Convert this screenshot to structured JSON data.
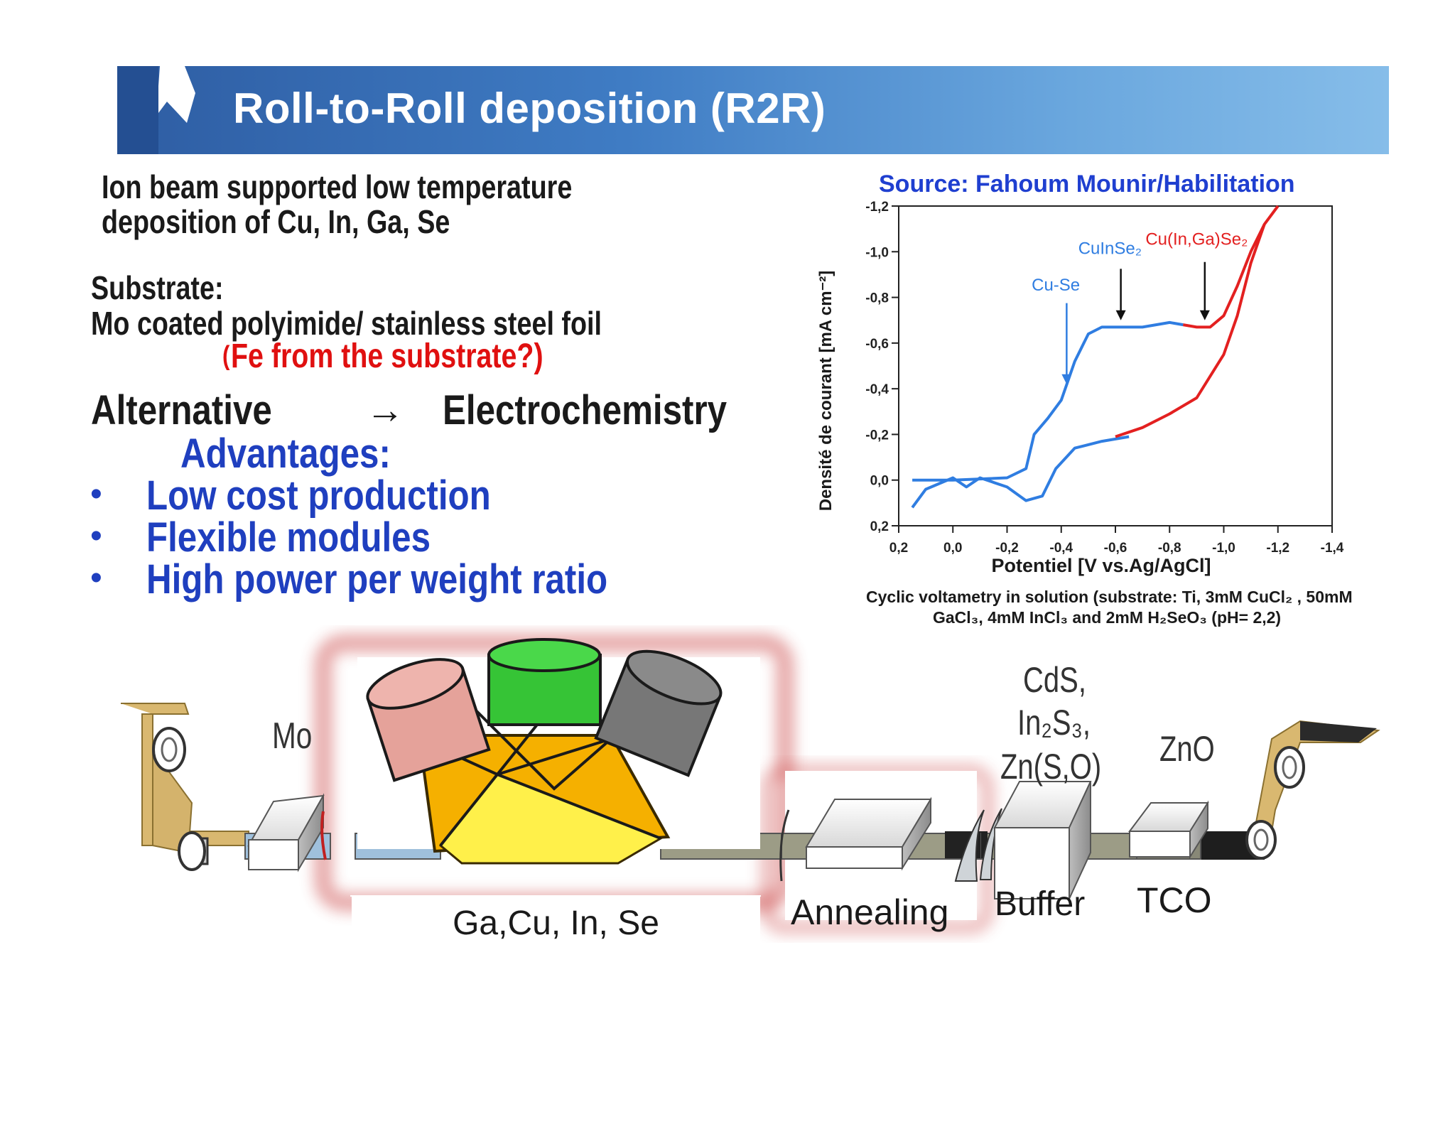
{
  "slide": {
    "title": "Roll-to-Roll deposition (R2R)",
    "intro_line1": "Ion beam supported low temperature",
    "intro_line2": "deposition of Cu, In, Ga, Se",
    "substrate_heading": "Substrate:",
    "substrate_text": "Mo coated polyimide/ stainless steel foil",
    "substrate_note_paren": "(",
    "substrate_note": "Fe from the substrate?)",
    "alternative_label": "Alternative",
    "arrow": "→",
    "alternative_value": "Electrochemistry",
    "advantages_heading": "Advantages:",
    "bullets": [
      "Low cost production",
      "Flexible modules",
      "High power per weight ratio"
    ],
    "bullet_symbol": "•"
  },
  "chart_source": "Source: Fahoum Mounir/Habilitation",
  "chart_caption_line1": "Cyclic voltametry in solution (substrate: Ti, 3mM CuCl₂ , 50mM",
  "chart_caption_line2": "GaCl₃, 4mM InCl₃ and 2mM H₂SeO₃ (pH= 2,2)",
  "chart_data": {
    "type": "line",
    "xlabel": "Potentiel [V vs.Ag/AgCl]",
    "ylabel": "Densité de courant [mA cm⁻²]",
    "xlim": [
      0.2,
      -1.4
    ],
    "ylim": [
      0.2,
      -1.2
    ],
    "x_ticks": [
      "0,2",
      "0,0",
      "-0,2",
      "-0,4",
      "-0,6",
      "-0,8",
      "-1,0",
      "-1,2",
      "-1,4"
    ],
    "y_ticks": [
      "-1,2",
      "-1,0",
      "-0,8",
      "-0,6",
      "-0,4",
      "-0,2",
      "0,0",
      "0,2"
    ],
    "y_tick_values": [
      -1.2,
      -1.0,
      -0.8,
      -0.6,
      -0.4,
      -0.2,
      0.0,
      0.2
    ],
    "x_tick_values": [
      0.2,
      0.0,
      -0.2,
      -0.4,
      -0.6,
      -0.8,
      -1.0,
      -1.2,
      -1.4
    ],
    "series": [
      {
        "color": "#2f7de1",
        "x": [
          0.15,
          0.0,
          -0.2,
          -0.27,
          -0.3,
          -0.35,
          -0.4,
          -0.45,
          -0.5,
          -0.55,
          -0.6,
          -0.7,
          -0.8,
          -0.85
        ],
        "y": [
          0.0,
          0.0,
          -0.01,
          -0.05,
          -0.2,
          -0.27,
          -0.35,
          -0.52,
          -0.64,
          -0.67,
          -0.67,
          -0.67,
          -0.69,
          -0.68
        ]
      },
      {
        "color": "#2f7de1",
        "x": [
          0.15,
          0.1,
          0.0,
          -0.05,
          -0.1,
          -0.2,
          -0.27,
          -0.33,
          -0.38,
          -0.45,
          -0.55,
          -0.65
        ],
        "y": [
          0.12,
          0.04,
          -0.01,
          0.03,
          -0.01,
          0.03,
          0.09,
          0.07,
          -0.05,
          -0.14,
          -0.17,
          -0.19
        ]
      },
      {
        "color": "#e32020",
        "x": [
          -0.85,
          -0.9,
          -0.95,
          -1.0,
          -1.05,
          -1.1,
          -1.15,
          -1.2
        ],
        "y": [
          -0.68,
          -0.67,
          -0.67,
          -0.72,
          -0.85,
          -1.0,
          -1.12,
          -1.2
        ]
      },
      {
        "color": "#e32020",
        "x": [
          -0.6,
          -0.7,
          -0.8,
          -0.9,
          -1.0,
          -1.05,
          -1.1,
          -1.15
        ],
        "y": [
          -0.19,
          -0.23,
          -0.29,
          -0.36,
          -0.55,
          -0.72,
          -0.95,
          -1.12
        ]
      }
    ],
    "annotations": [
      {
        "text": "Cu-Se",
        "x": -0.38,
        "y": -0.83,
        "color": "#2f7de1"
      },
      {
        "text": "CuInSe₂",
        "x": -0.58,
        "y": -0.99,
        "color": "#2f7de1"
      },
      {
        "text": "Cu(In,Ga)Se₂",
        "x": -0.9,
        "y": -1.03,
        "color": "#e32020"
      }
    ]
  },
  "diagram": {
    "mo_label": "Mo",
    "chamber_label": "Ga,Cu, In, Se",
    "annealing_label": "Annealing",
    "buffer_materials": [
      "CdS,",
      "In₂S₃,",
      "Zn(S,O)"
    ],
    "buffer_label": "Buffer",
    "zno_label": "ZnO",
    "tco_label": "TCO",
    "colors": {
      "target_pink": "#e5a29a",
      "target_green": "#36c436",
      "target_gray": "#777777",
      "plume_orange": "#f5b000",
      "plume_yellow": "#fff04a",
      "frame_red": "#c03030"
    }
  }
}
